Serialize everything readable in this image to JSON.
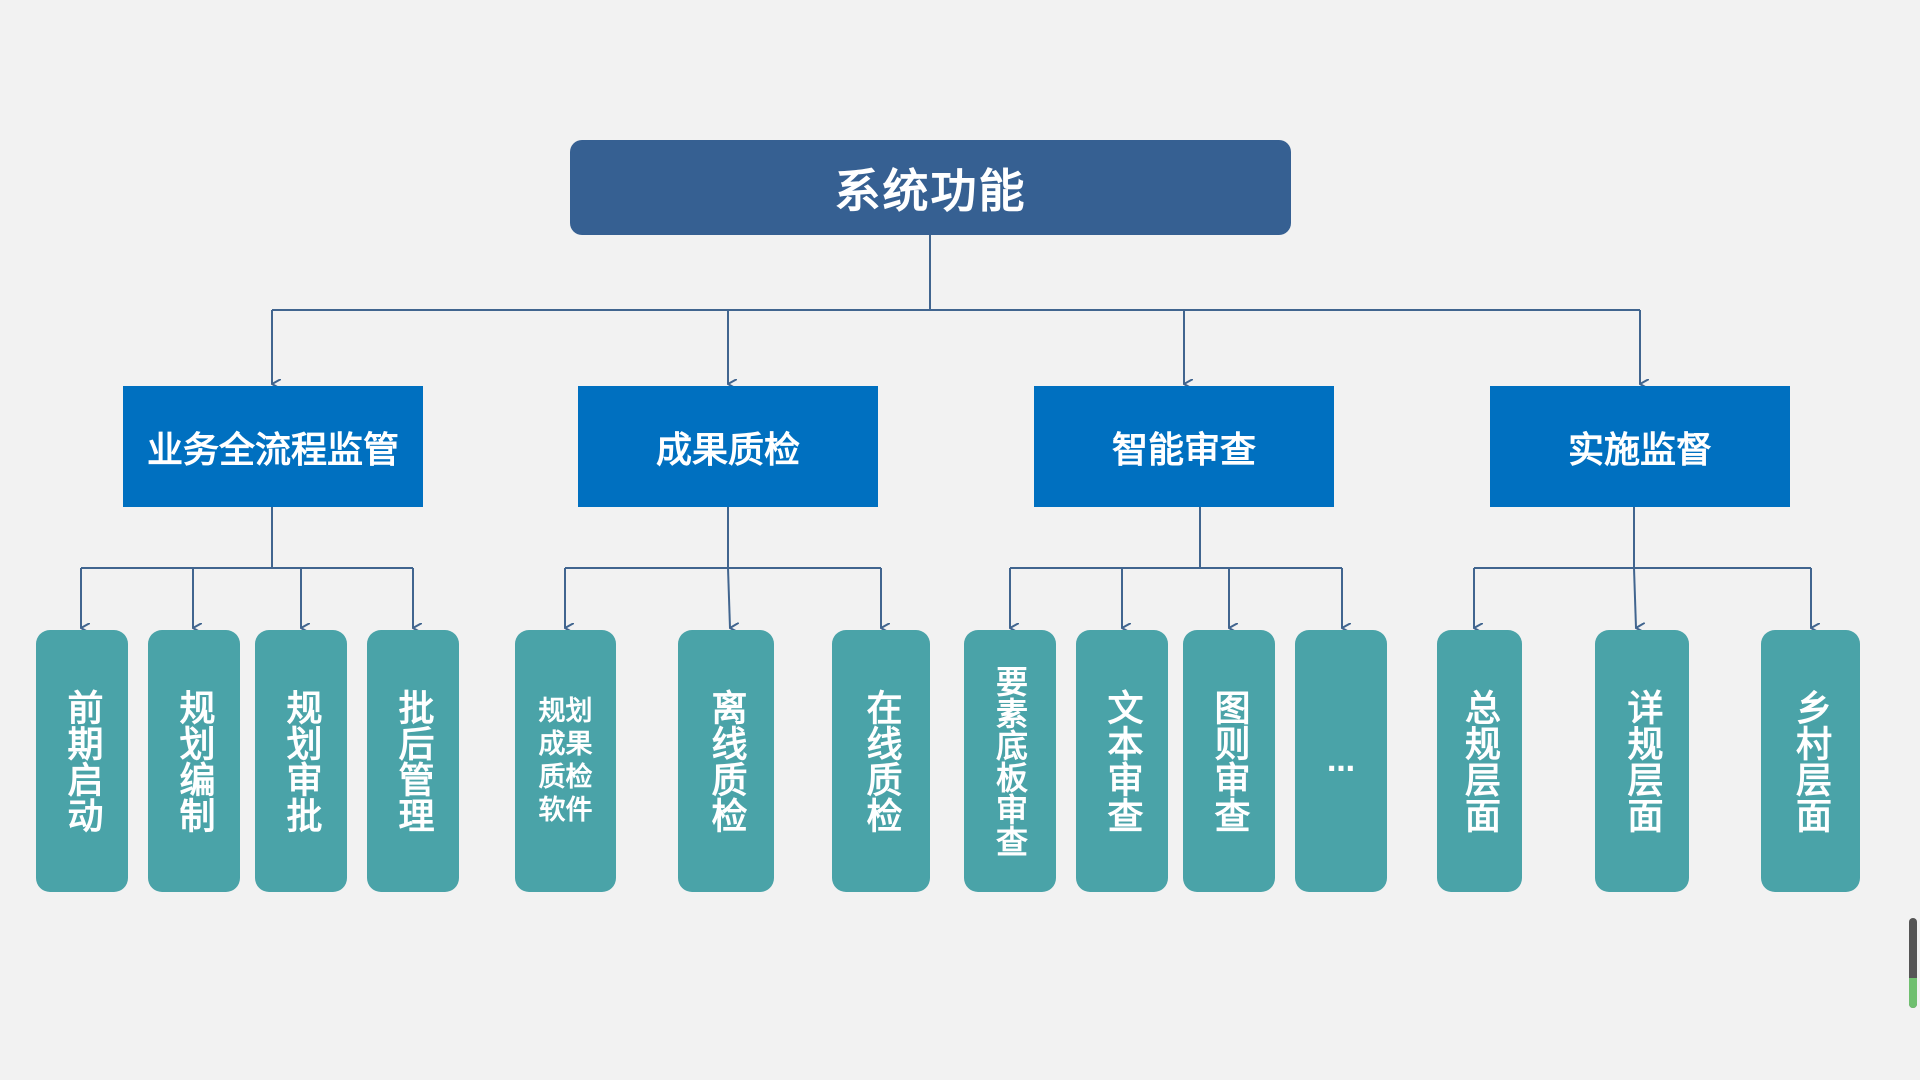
{
  "root": {
    "label": "系统功能"
  },
  "categories": [
    {
      "label": "业务全流程监管",
      "items": [
        "前期启动",
        "规划编制",
        "规划审批",
        "批后管理"
      ]
    },
    {
      "label": "成果质检",
      "items": [
        "规划成果质检软件",
        "离线质检",
        "在线质检"
      ]
    },
    {
      "label": "智能审查",
      "items": [
        "要素底板审查",
        "文本审查",
        "图则审查",
        "…"
      ]
    },
    {
      "label": "实施监督",
      "items": [
        "总规层面",
        "详规层面",
        "乡村层面"
      ]
    }
  ],
  "colors": {
    "root": "#366092",
    "category": "#0070c0",
    "leaf": "#4aa3a8",
    "connector": "#41658f",
    "background": "#f2f2f2"
  }
}
